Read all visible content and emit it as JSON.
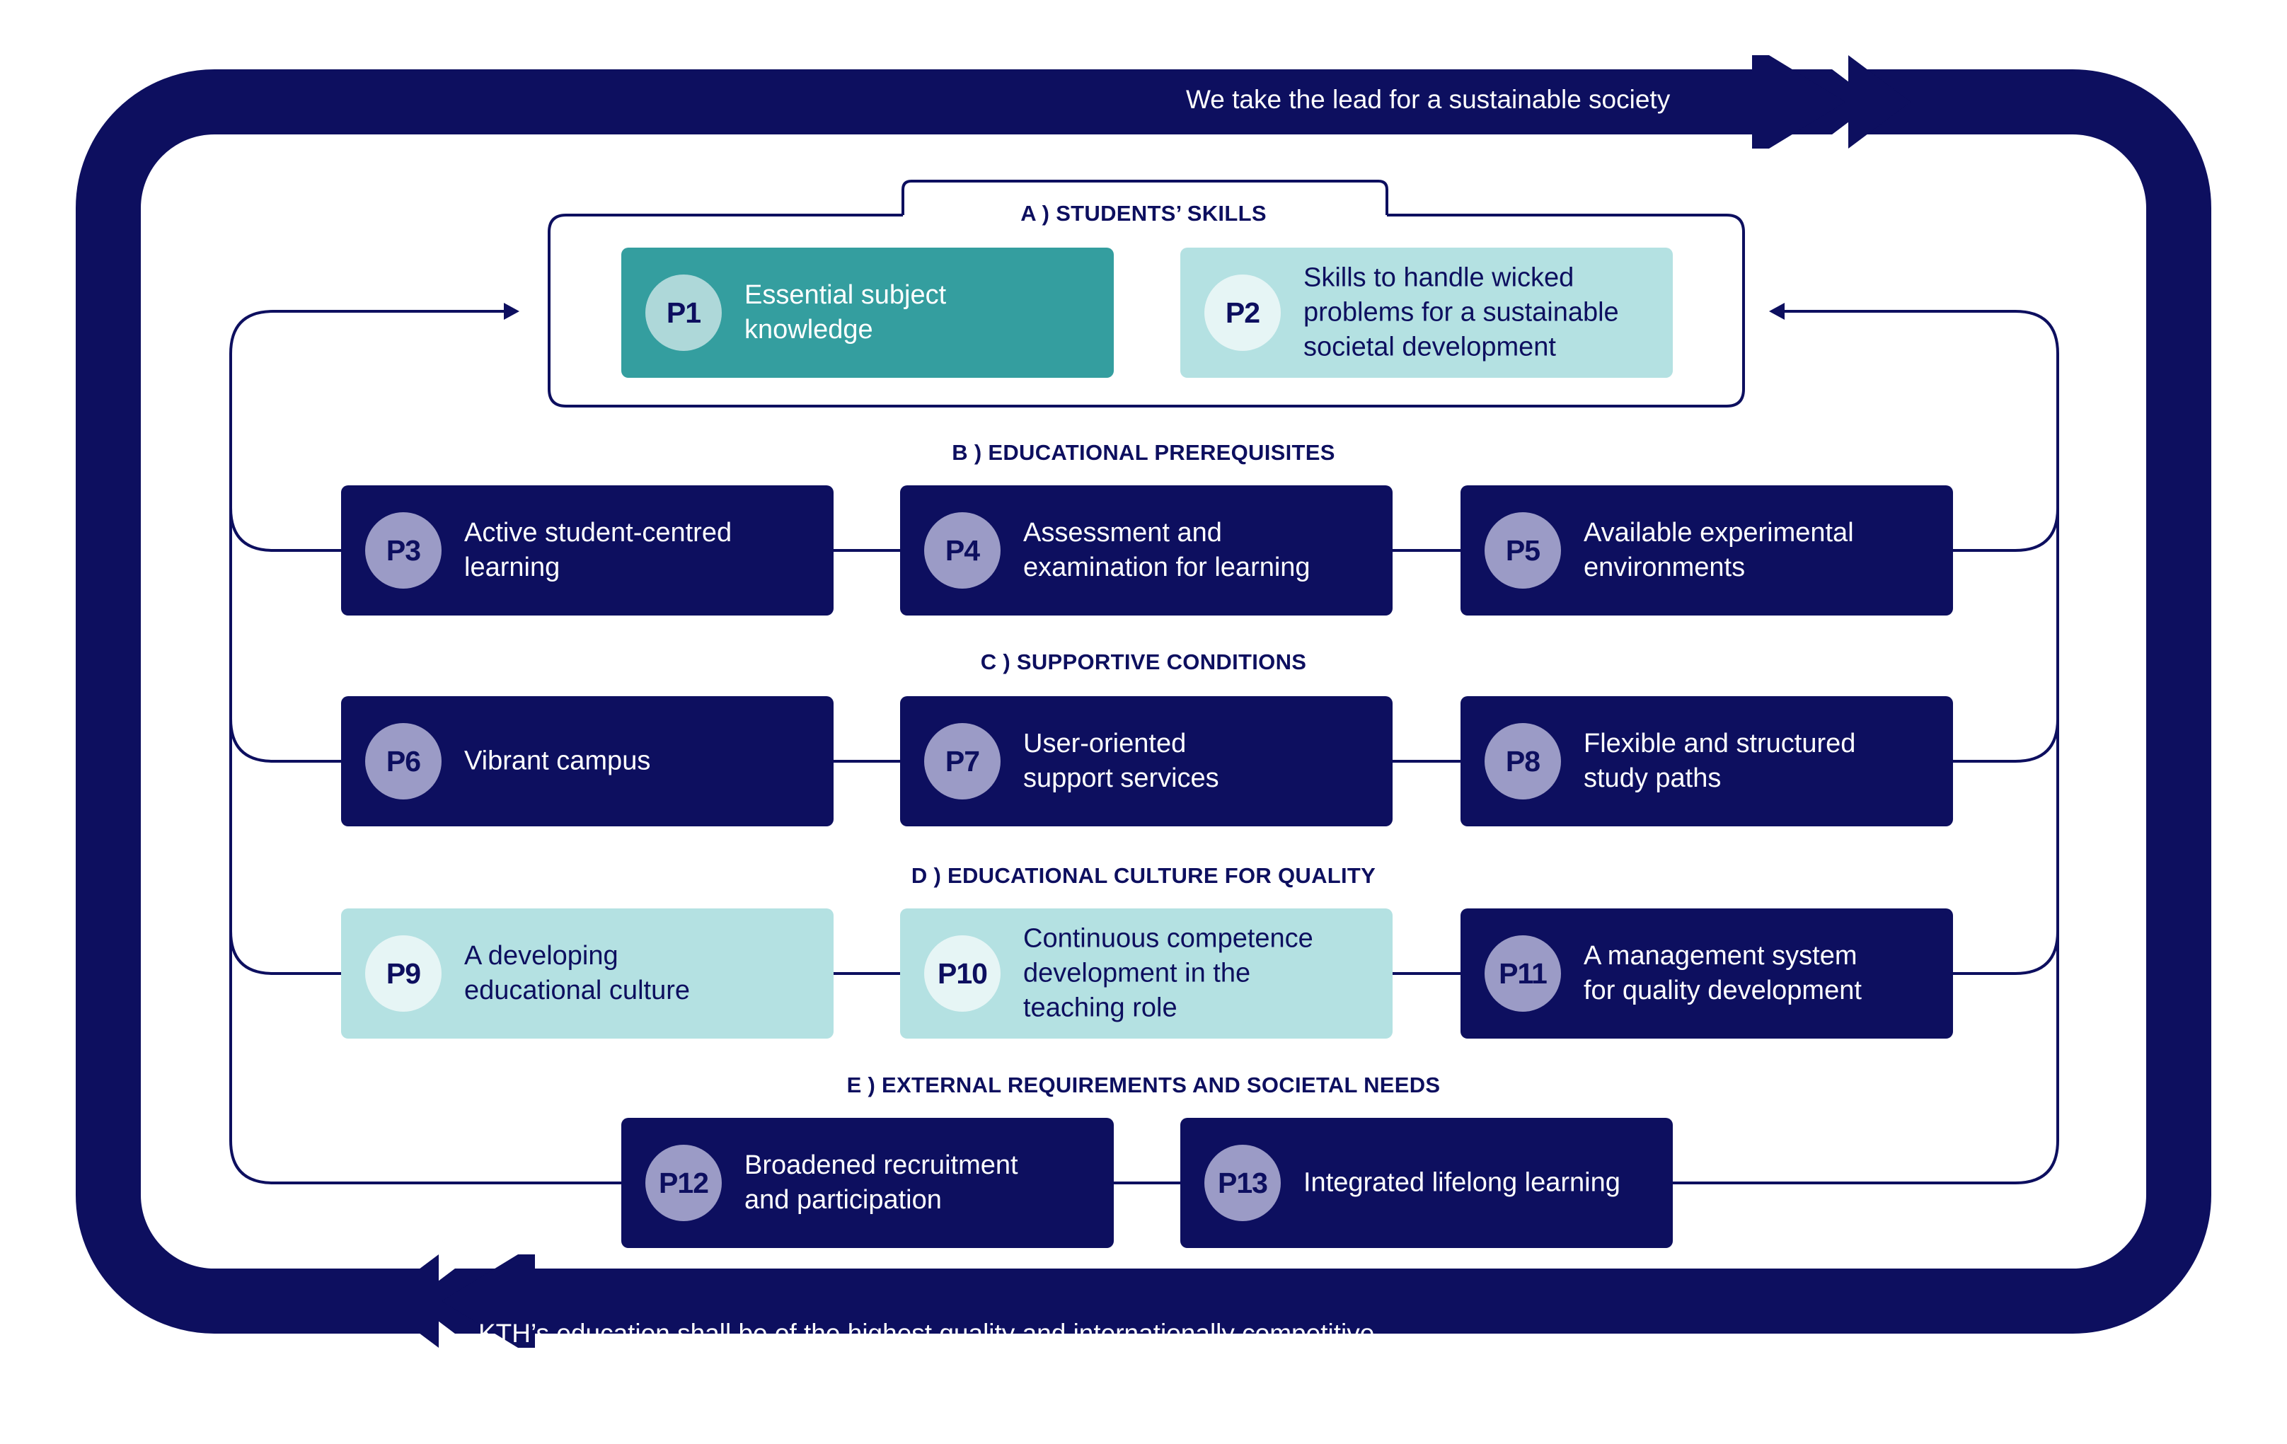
{
  "colors": {
    "navy": "#0d0f5f",
    "lavender": "#9b9bc6",
    "light_teal": "#b4e1e2",
    "teal": "#349e9f",
    "white": "#ffffff"
  },
  "banners": {
    "top": "We take the lead for a sustainable society",
    "bottom": "KTH’s education shall be of the highest quality and internationally competitive"
  },
  "groups": [
    {
      "heading": "A ) STUDENTS’ SKILLS"
    },
    {
      "heading": "B ) EDUCATIONAL PREREQUISITES"
    },
    {
      "heading": "C ) SUPPORTIVE CONDITIONS"
    },
    {
      "heading": "D ) EDUCATIONAL CULTURE FOR QUALITY"
    },
    {
      "heading": "E ) EXTERNAL REQUIREMENTS AND SOCIETAL NEEDS"
    }
  ],
  "principles": [
    {
      "id": "P1",
      "label": "Essential subject\nknowledge",
      "style": "teal"
    },
    {
      "id": "P2",
      "label": "Skills to handle wicked\nproblems for a sustainable\nsocietal development",
      "style": "light"
    },
    {
      "id": "P3",
      "label": "Active student-centred\nlearning",
      "style": "dark"
    },
    {
      "id": "P4",
      "label": "Assessment and\nexamination for learning",
      "style": "dark"
    },
    {
      "id": "P5",
      "label": "Available experimental\nenvironments",
      "style": "dark"
    },
    {
      "id": "P6",
      "label": "Vibrant campus",
      "style": "dark"
    },
    {
      "id": "P7",
      "label": "User-oriented\nsupport services",
      "style": "dark"
    },
    {
      "id": "P8",
      "label": "Flexible and structured\nstudy paths",
      "style": "dark"
    },
    {
      "id": "P9",
      "label": "A developing\neducational culture",
      "style": "light"
    },
    {
      "id": "P10",
      "label": "Continuous competence\ndevelopment in the\nteaching role",
      "style": "light"
    },
    {
      "id": "P11",
      "label": "A management system\nfor quality development",
      "style": "dark"
    },
    {
      "id": "P12",
      "label": "Broadened recruitment\nand participation",
      "style": "dark"
    },
    {
      "id": "P13",
      "label": "Integrated lifelong learning",
      "style": "dark"
    }
  ]
}
